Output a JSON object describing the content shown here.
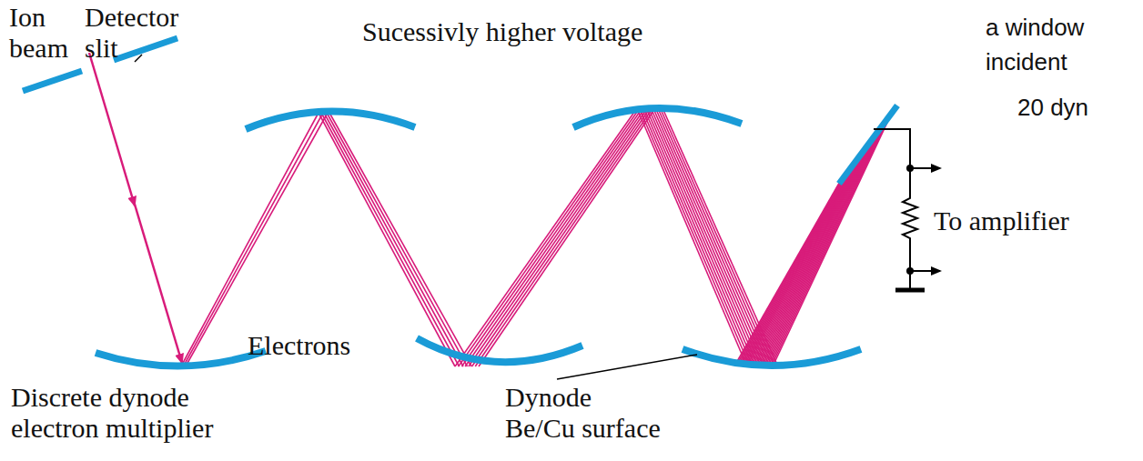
{
  "diagram": {
    "labels": [
      "Ion beam",
      "Detector slit",
      "Sucessivly higher voltage",
      "Electrons",
      "To amplifier",
      "Discrete dynode electron multiplier",
      "Dynode Be/Cu surface",
      "a window",
      "incident",
      "20 dyn"
    ]
  }
}
